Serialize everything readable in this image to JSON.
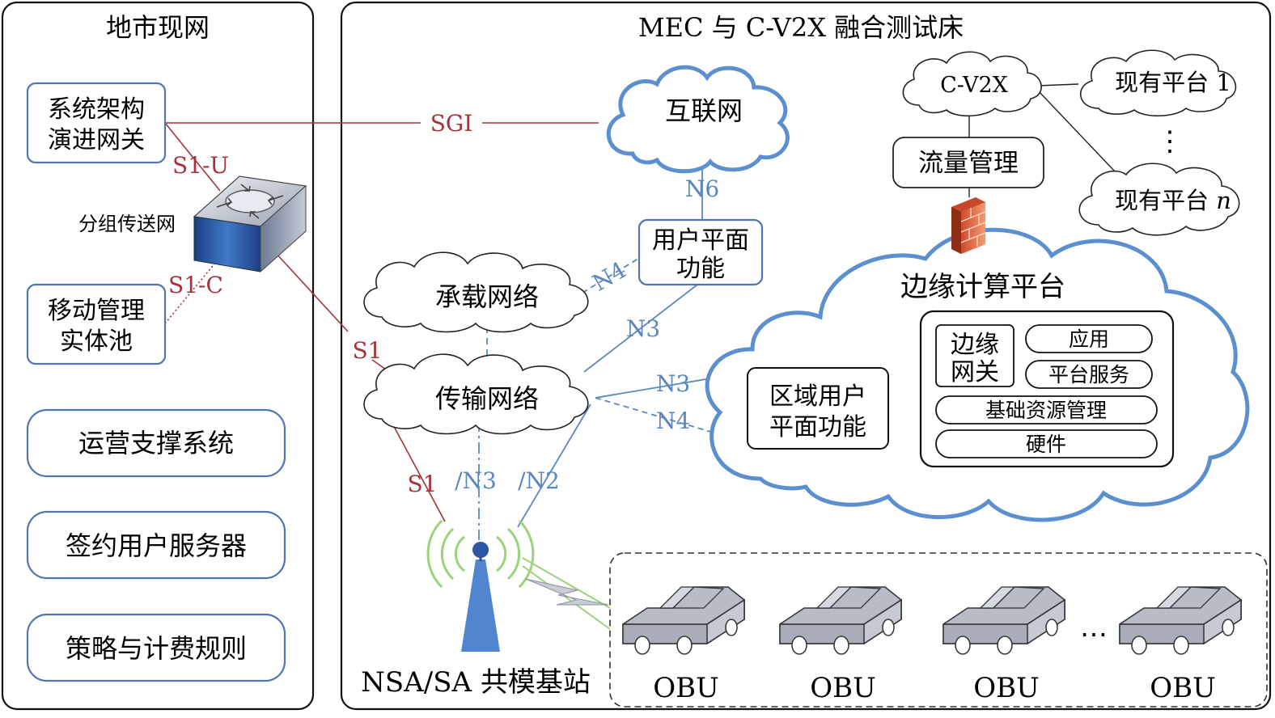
{
  "left_panel": {
    "title": "地市现网",
    "sgw": [
      "系统架构",
      "演进网关"
    ],
    "mme": [
      "移动管理",
      "实体池"
    ],
    "packet_transport_label": "分组传送网",
    "oss": "运营支撑系统",
    "hss": "签约用户服务器",
    "pcrf": "策略与计费规则"
  },
  "right_panel": {
    "title": "MEC 与 C-V2X 融合测试床",
    "internet": "互联网",
    "upf": [
      "用户平面",
      "功能"
    ],
    "bearer_network": "承载网络",
    "transport_network": "传输网络",
    "cv2x": "C-V2X",
    "platform_1": "现有平台 1",
    "platform_n_prefix": "现有平台 ",
    "platform_n_italic": "n",
    "vdots": "⋮",
    "traffic_mgmt": "流量管理",
    "edge_platform": "边缘计算平台",
    "edge_gateway": [
      "边缘",
      "网关"
    ],
    "app": "应用",
    "platform_service": "平台服务",
    "infra_mgmt": "基础资源管理",
    "hardware": "硬件",
    "regional_upf": [
      "区域用户",
      "平面功能"
    ],
    "base_station": "NSA/SA 共模基站",
    "obu": [
      "OBU",
      "OBU",
      "OBU",
      "OBU"
    ],
    "hdots": "⋯"
  },
  "links": {
    "sgi": "SGI",
    "s1u": "S1-U",
    "s1c": "S1-C",
    "s1": "S1",
    "n6": "N6",
    "n4_upf": "N4",
    "n3_upf": "N3",
    "n3_edge": "N3",
    "n4_edge": "N4",
    "s1_bs": "S1",
    "slash_n3": "/N3",
    "slash_n2": "/N2"
  },
  "colors": {
    "red_link": "#a8323c",
    "blue_link": "#5b87bd",
    "cloud_blue": "#5b8fcf",
    "signal_green": "#9cd27a",
    "car_fill": "#b9bcc7"
  }
}
